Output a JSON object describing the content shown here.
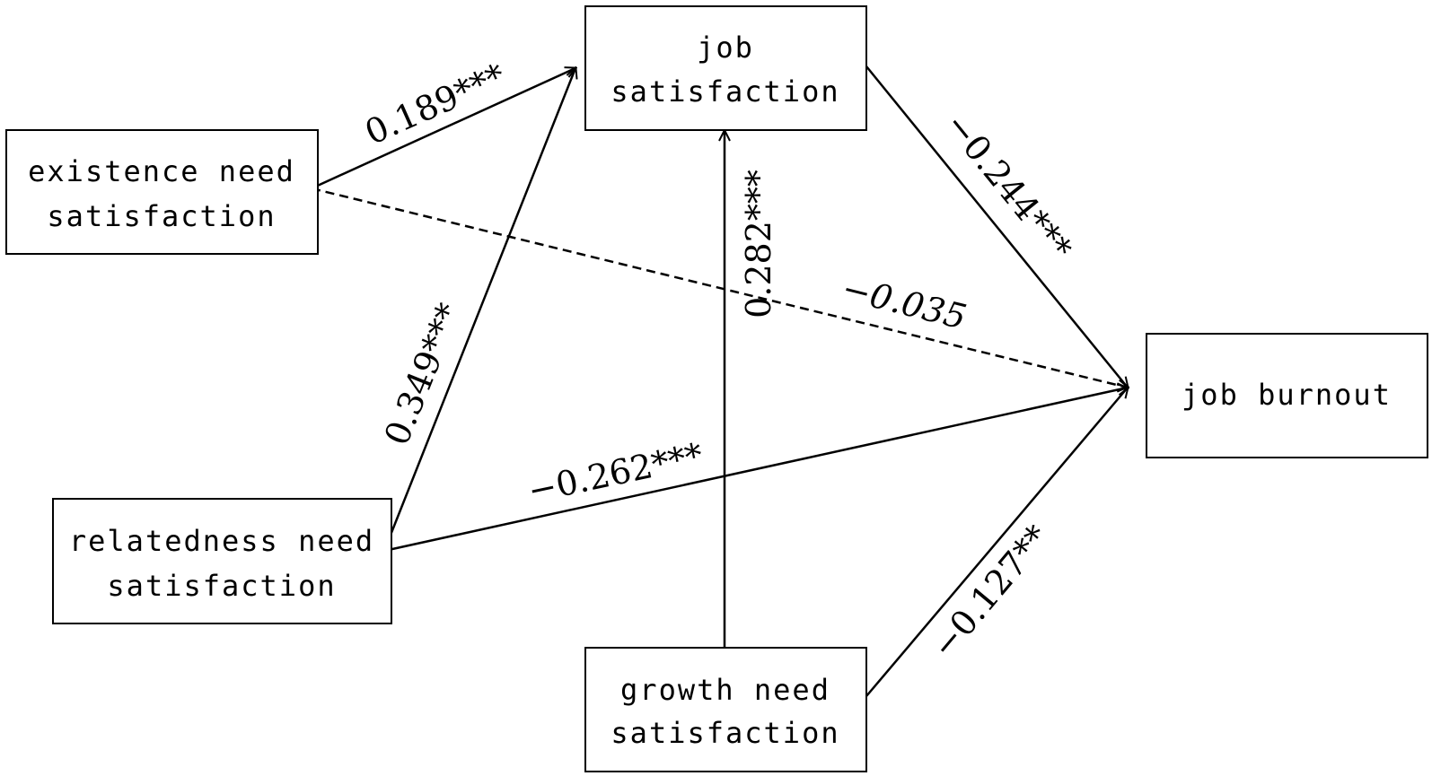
{
  "nodes": {
    "job_satisfaction": {
      "lines": [
        "job",
        "satisfaction"
      ]
    },
    "existence": {
      "lines": [
        "existence need",
        "satisfaction"
      ]
    },
    "relatedness": {
      "lines": [
        "relatedness need",
        "satisfaction"
      ]
    },
    "growth": {
      "lines": [
        "growth need",
        "satisfaction"
      ]
    },
    "job_burnout": {
      "lines": [
        "job burnout"
      ]
    }
  },
  "paths": {
    "existence_to_job_satisfaction": {
      "coefficient": "0.189***",
      "style": "solid"
    },
    "relatedness_to_job_satisfaction": {
      "coefficient": "0.349***",
      "style": "solid"
    },
    "growth_to_job_satisfaction": {
      "coefficient": "0.282***",
      "style": "solid"
    },
    "job_satisfaction_to_job_burnout": {
      "coefficient": "−0.244***",
      "style": "solid"
    },
    "existence_to_job_burnout": {
      "coefficient": "−0.035",
      "style": "dashed"
    },
    "relatedness_to_job_burnout": {
      "coefficient": "−0.262***",
      "style": "solid"
    },
    "growth_to_job_burnout": {
      "coefficient": "−0.127**",
      "style": "solid"
    }
  },
  "colors": {
    "stroke": "#000000",
    "background": "#ffffff"
  }
}
